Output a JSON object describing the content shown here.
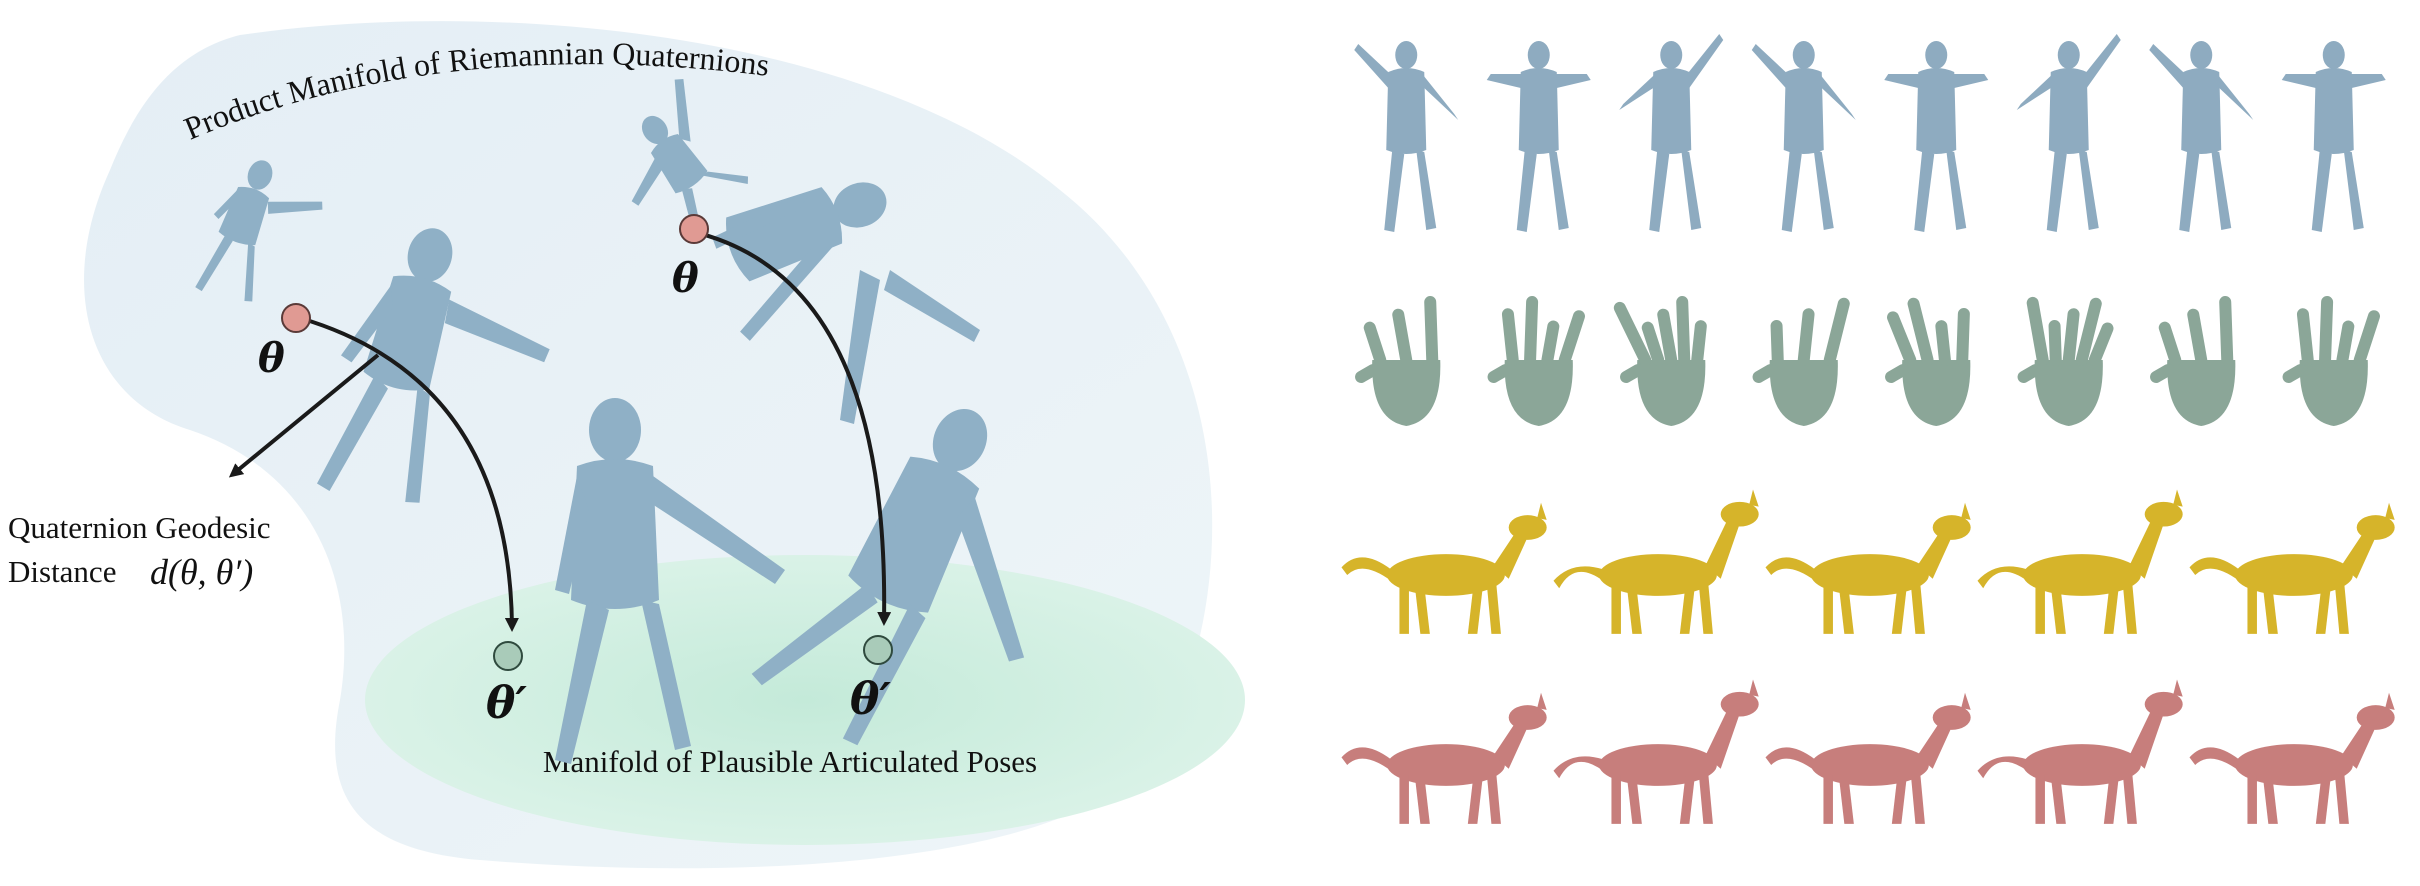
{
  "left_figure": {
    "product_manifold_label": "Product Manifold of Riemannian Quaternions",
    "plausible_manifold_label": "Manifold of Plausible Articulated Poses",
    "distance_label_line1": "Quaternion Geodesic",
    "distance_label_line2": "Distance",
    "distance_formula": "d(θ, θ′)",
    "theta_symbol": "θ",
    "theta_prime_symbol": "θ′",
    "colors": {
      "product_manifold": "#e9f1f6",
      "plausible_manifold": "#cfeee3",
      "body_mesh": "#8fb0c6",
      "theta_point": "#e09a93",
      "theta_prime_point": "#a9cbb9",
      "arrow": "#1a1a1a"
    }
  },
  "right_figure": {
    "rows": [
      {
        "category": "human",
        "count": 8,
        "color": "#8eabc0"
      },
      {
        "category": "hand",
        "count": 8,
        "color": "#8ba698"
      },
      {
        "category": "dog",
        "count": 5,
        "color": "#d6b42a"
      },
      {
        "category": "animal",
        "count": 5,
        "color": "#c77e7c"
      }
    ]
  }
}
